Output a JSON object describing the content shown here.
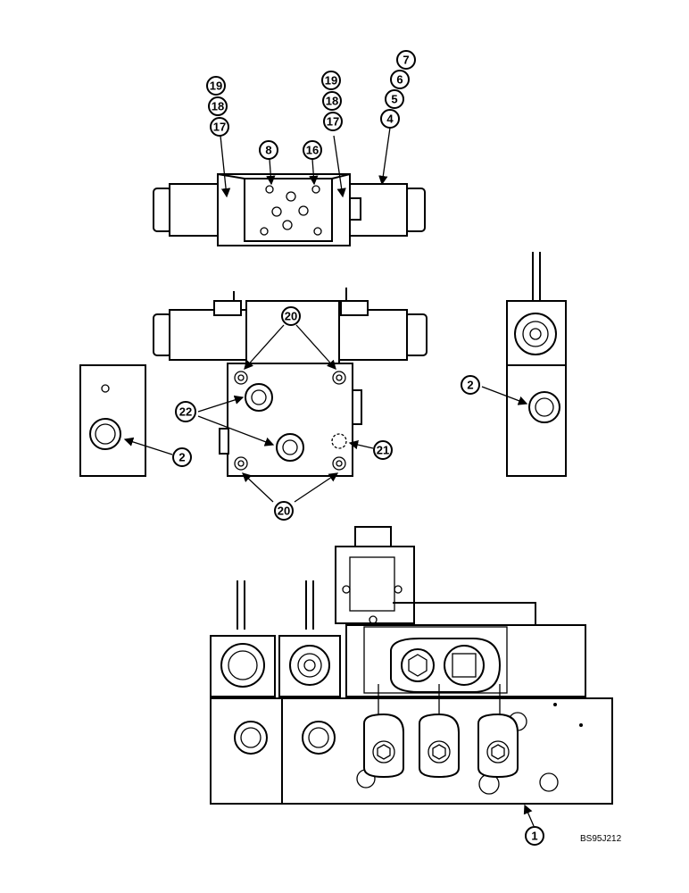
{
  "callouts": {
    "top_left": [
      "19",
      "18",
      "17"
    ],
    "top_mid": [
      "8",
      "16"
    ],
    "top_mid_right": [
      "19",
      "18",
      "17"
    ],
    "top_right": [
      "7",
      "6",
      "5",
      "4"
    ],
    "front_upper": "20",
    "front_lower": "20",
    "ports": "22",
    "plug": "21",
    "side_left_port": "2",
    "side_right_port": "2",
    "manifold": "1"
  },
  "reference_code": "BS95J212"
}
